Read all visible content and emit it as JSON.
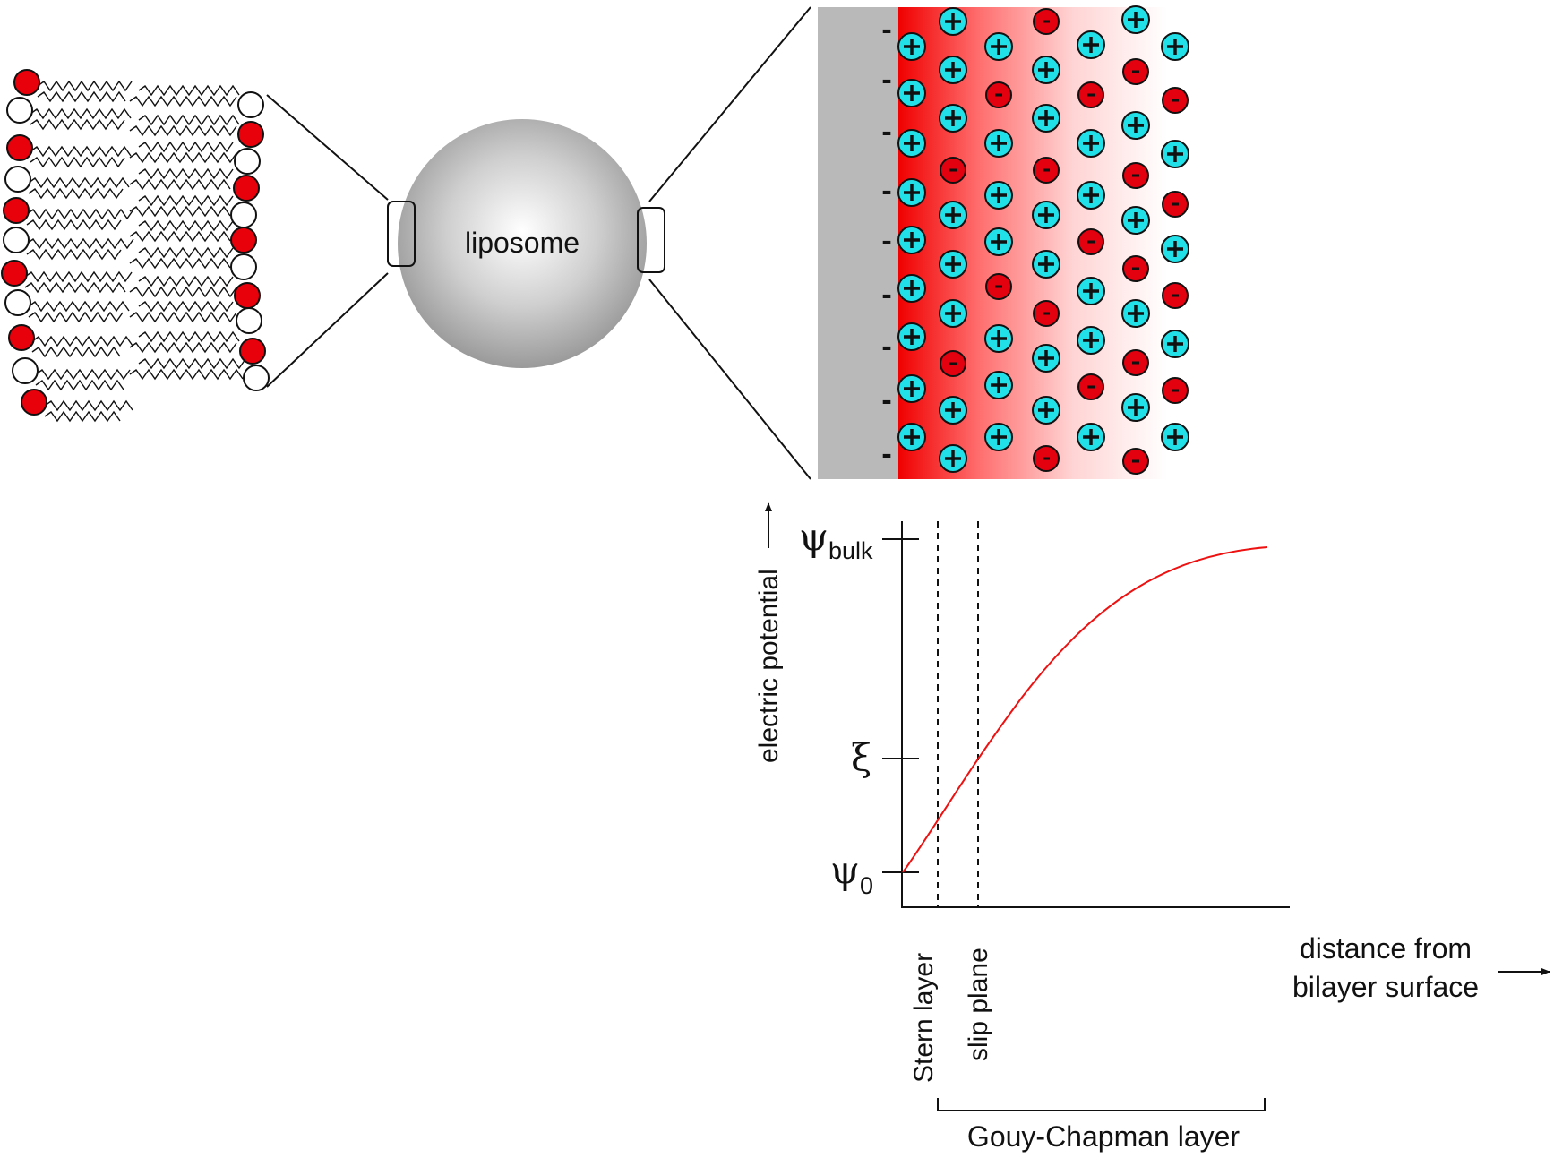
{
  "liposome_label": "liposome",
  "surface_charge": "-",
  "cation_symbol": "+",
  "anion_symbol": "-",
  "colors": {
    "headgroup_charged": "#e8000b",
    "headgroup_neutral": "#ffffff",
    "cation": "#22e0e8",
    "anion": "#e3000f",
    "membrane_surface": "#b9b9b9",
    "curve": "#ee1111"
  },
  "graph": {
    "y_axis_label": "electric potential",
    "x_axis_label_line1": "distance from",
    "x_axis_label_line2": "bilayer surface",
    "tick_bulk_symbol": "ψ",
    "tick_bulk_subscript": "bulk",
    "tick_zeta_symbol": "ξ",
    "tick_zero_symbol": "ψ",
    "tick_zero_subscript": "0",
    "stern_label": "Stern layer",
    "slip_label": "slip plane",
    "gouy_label": "Gouy-Chapman layer"
  }
}
